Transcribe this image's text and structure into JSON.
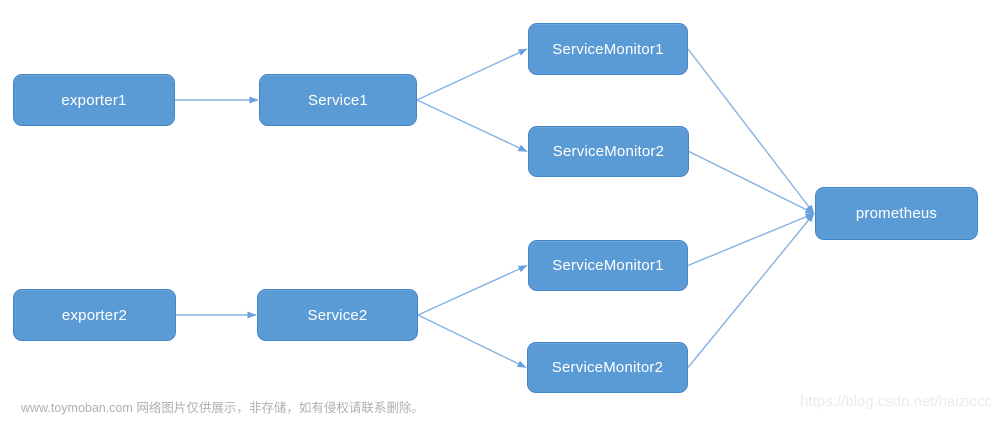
{
  "diagram": {
    "nodes": [
      {
        "id": "exporter1",
        "label": "exporter1"
      },
      {
        "id": "service1",
        "label": "Service1"
      },
      {
        "id": "sm1a",
        "label": "ServiceMonitor1"
      },
      {
        "id": "sm2a",
        "label": "ServiceMonitor2"
      },
      {
        "id": "exporter2",
        "label": "exporter2"
      },
      {
        "id": "service2",
        "label": "Service2"
      },
      {
        "id": "sm1b",
        "label": "ServiceMonitor1"
      },
      {
        "id": "sm2b",
        "label": "ServiceMonitor2"
      },
      {
        "id": "prometheus",
        "label": "prometheus"
      }
    ],
    "edges": [
      {
        "from": "exporter1",
        "to": "service1"
      },
      {
        "from": "service1",
        "to": "sm1a"
      },
      {
        "from": "service1",
        "to": "sm2a"
      },
      {
        "from": "exporter2",
        "to": "service2"
      },
      {
        "from": "service2",
        "to": "sm1b"
      },
      {
        "from": "service2",
        "to": "sm2b"
      },
      {
        "from": "sm1a",
        "to": "prometheus"
      },
      {
        "from": "sm2a",
        "to": "prometheus"
      },
      {
        "from": "sm1b",
        "to": "prometheus"
      },
      {
        "from": "sm2b",
        "to": "prometheus"
      }
    ],
    "colors": {
      "node_fill": "#5b9bd5",
      "node_border": "#4384c8",
      "edge_line": "#85b2e3",
      "arrowhead": "#6aa0dd",
      "label_text": "#ffffff"
    }
  },
  "watermarks": {
    "left": "www.toymoban.com 网络图片仅供展示，非存储，如有侵权请联系删除。",
    "right": "https://blog.csdn.net/haiziccc"
  }
}
